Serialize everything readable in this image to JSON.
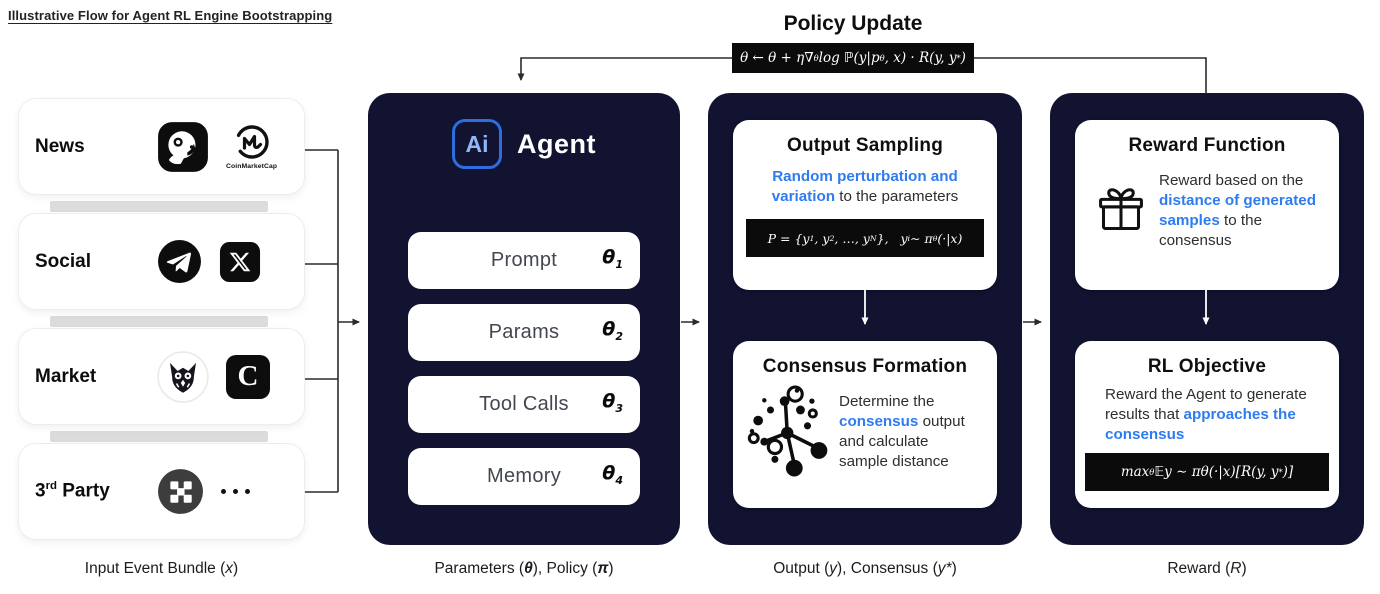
{
  "page_title": "Illustrative Flow for Agent RL Engine Bootstrapping",
  "policy_update": {
    "heading": "Policy Update",
    "formula_html": "θ ← θ + η∇<sub>θ</sub> log ℙ(y|p<sub>θ</sub>, x) · R(y, y<sup>*</sup>)"
  },
  "inputs": {
    "caption_html": "Input Event Bundle (<i>x</i>)",
    "rows": [
      {
        "label_html": "News",
        "icons": [
          "panews-bird-icon",
          "coinmarketcap-icon"
        ],
        "icon_caption": "CoinMarketCap"
      },
      {
        "label_html": "Social",
        "icons": [
          "telegram-icon",
          "x-twitter-icon"
        ]
      },
      {
        "label_html": "Market",
        "icons": [
          "owl-market-icon",
          "letter-c-icon"
        ],
        "badge_letter": "C"
      },
      {
        "label_html": "3<sup>rd</sup> Party",
        "icons": [
          "pixel-x-icon",
          "ellipsis-icon"
        ]
      }
    ]
  },
  "agent": {
    "logo_text": "Ai",
    "title": "Agent",
    "rows": [
      {
        "label": "Prompt",
        "param_html": "θ<sub>1</sub>"
      },
      {
        "label": "Params",
        "param_html": "θ<sub>2</sub>"
      },
      {
        "label": "Tool Calls",
        "param_html": "θ<sub>3</sub>"
      },
      {
        "label": "Memory",
        "param_html": "θ<sub>4</sub>"
      }
    ],
    "caption_html": "Parameters (<b><i>θ</i></b>), Policy (<b><i>π</i></b>)"
  },
  "sampling": {
    "caption_html": "Output (<i>y</i>), Consensus (<i>y*</i>)",
    "output_sampling": {
      "title": "Output Sampling",
      "desc_html": "<b>Random perturbation and variation</b> to the parameters",
      "formula_html": "P = {y<sub>1</sub>, y<sub>2</sub>, …, y<sub>N</sub>}, &nbsp; y<sub>i</sub> ∼ π<sub>θ</sub>(·|x)"
    },
    "consensus_formation": {
      "title": "Consensus Formation",
      "desc_html": "Determine the <b>consensus</b> output and calculate sample distance"
    }
  },
  "reward": {
    "caption_html": "Reward (<i>R</i>)",
    "reward_function": {
      "title": "Reward Function",
      "desc_html": "Reward based on the <b>distance of generated samples</b> to the consensus"
    },
    "rl_objective": {
      "title": "RL Objective",
      "desc_html": "Reward the Agent to generate results that <b>approaches the consensus</b>",
      "formula_html": "max<sub>θ</sub> 𝔼y ∼ πθ(·|x)[R(y, y<sup>*</sup>)]"
    }
  },
  "colors": {
    "panel_navy": "#111331",
    "accent_blue": "#2e7cf0",
    "ai_logo_border_blue": "#2f6ce0",
    "ai_logo_text_blue": "#8fb6f9",
    "formula_bg": "#0b0b0b",
    "gray_bar": "#dcdcdc"
  }
}
